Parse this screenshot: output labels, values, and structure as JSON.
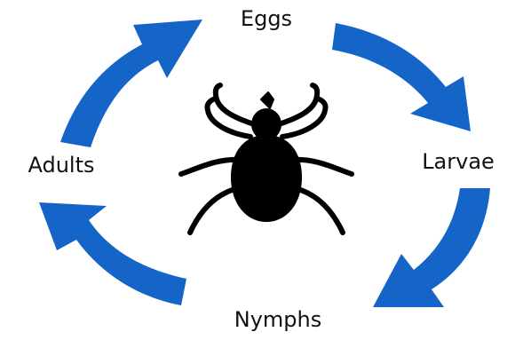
{
  "diagram": {
    "stages": [
      {
        "id": "eggs",
        "label": "Eggs"
      },
      {
        "id": "larvae",
        "label": "Larvae"
      },
      {
        "id": "nymphs",
        "label": "Nymphs"
      },
      {
        "id": "adults",
        "label": "Adults"
      }
    ],
    "icon": "tick-icon",
    "colors": {
      "arrow": "#1565C8",
      "tick": "#000000",
      "text": "#111111",
      "background": "#FFFFFF"
    }
  }
}
